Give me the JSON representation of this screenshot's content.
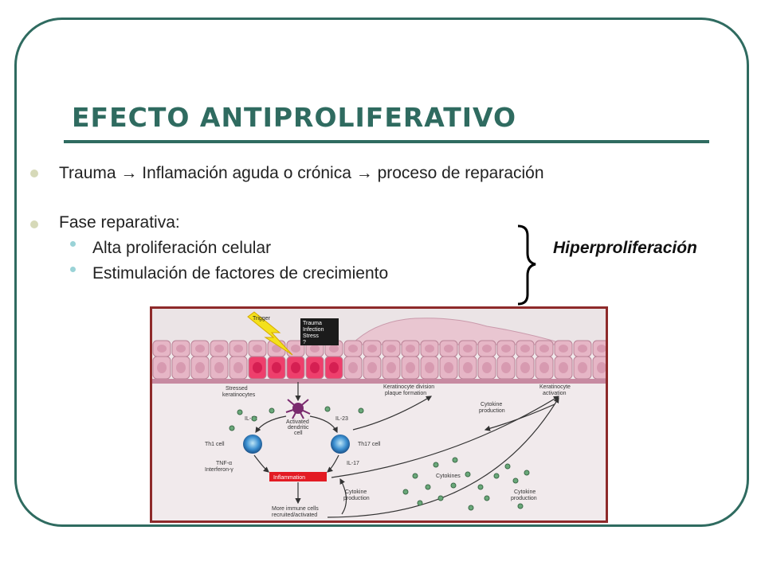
{
  "slide": {
    "title": "EFECTO ANTIPROLIFERATIVO",
    "bullets": [
      "Trauma → Inflamación aguda o crónica → proceso de reparación",
      "Fase reparativa:"
    ],
    "sub_bullets": [
      "Alta proliferación celular",
      "Estimulación de factores de crecimiento"
    ],
    "bracket_label": "Hiperproliferación",
    "colors": {
      "accent": "#2f6b60",
      "figure_border": "#8e2a2a",
      "inflammation": "#e31b23"
    }
  },
  "figure": {
    "trigger": "Trigger",
    "trigger_box": [
      "Trauma",
      "Infection",
      "Stress",
      "?"
    ],
    "stressed": [
      "Stressed",
      "keratinocytes"
    ],
    "keratinocyte_division": [
      "Keratinocyte division",
      "plaque formation"
    ],
    "keratinocyte_activation": [
      "Keratinocyte",
      "activation"
    ],
    "cytokine_production_top": [
      "Cytokine",
      "production"
    ],
    "il12": "IL-12",
    "il23": "IL-23",
    "activated_dc": [
      "Activated",
      "dendritic",
      "cell"
    ],
    "th1": "Th1 cell",
    "th17": "Th17 cell",
    "tnf": [
      "TNF-α",
      "Interferon-γ"
    ],
    "il17": "IL-17",
    "inflammation": "Inflammation",
    "cytokines": "Cytokines",
    "cytokine_production_mid": [
      "Cytokine",
      "production"
    ],
    "cytokine_production_right": [
      "Cytokine",
      "production"
    ],
    "more_immune": [
      "More immune cells",
      "recruited/activated"
    ]
  }
}
